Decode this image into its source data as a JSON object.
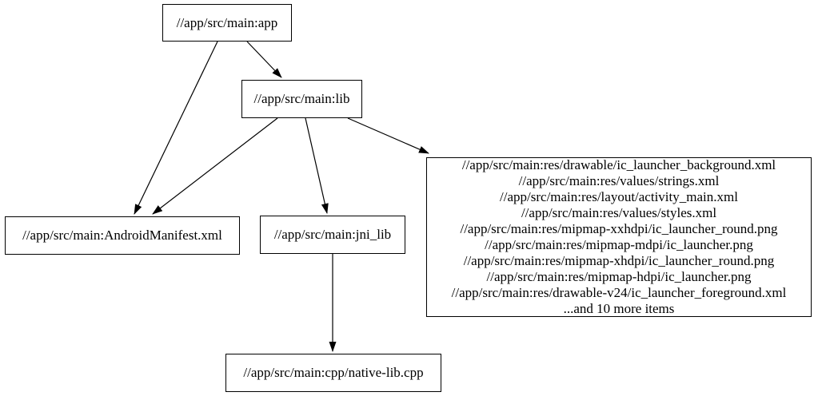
{
  "graph": {
    "nodes": {
      "app": {
        "label": "//app/src/main:app"
      },
      "lib": {
        "label": "//app/src/main:lib"
      },
      "manifest": {
        "label": "//app/src/main:AndroidManifest.xml"
      },
      "jni_lib": {
        "label": "//app/src/main:jni_lib"
      },
      "res": {
        "lines": [
          "//app/src/main:res/drawable/ic_launcher_background.xml",
          "//app/src/main:res/values/strings.xml",
          "//app/src/main:res/layout/activity_main.xml",
          "//app/src/main:res/values/styles.xml",
          "//app/src/main:res/mipmap-xxhdpi/ic_launcher_round.png",
          "//app/src/main:res/mipmap-mdpi/ic_launcher.png",
          "//app/src/main:res/mipmap-xhdpi/ic_launcher_round.png",
          "//app/src/main:res/mipmap-hdpi/ic_launcher.png",
          "//app/src/main:res/drawable-v24/ic_launcher_foreground.xml",
          "...and 10 more items"
        ]
      },
      "cpp": {
        "label": "//app/src/main:cpp/native-lib.cpp"
      }
    },
    "edges": [
      {
        "from": "//app/src/main:app",
        "to": "//app/src/main:AndroidManifest.xml"
      },
      {
        "from": "//app/src/main:app",
        "to": "//app/src/main:lib"
      },
      {
        "from": "//app/src/main:lib",
        "to": "//app/src/main:AndroidManifest.xml"
      },
      {
        "from": "//app/src/main:lib",
        "to": "//app/src/main:jni_lib"
      },
      {
        "from": "//app/src/main:lib",
        "to": "//app/src/main:res (resource files group)"
      },
      {
        "from": "//app/src/main:jni_lib",
        "to": "//app/src/main:cpp/native-lib.cpp"
      }
    ],
    "colors": {
      "background": "#ffffff",
      "node_border": "#000000",
      "edge": "#000000",
      "text": "#000000"
    }
  }
}
